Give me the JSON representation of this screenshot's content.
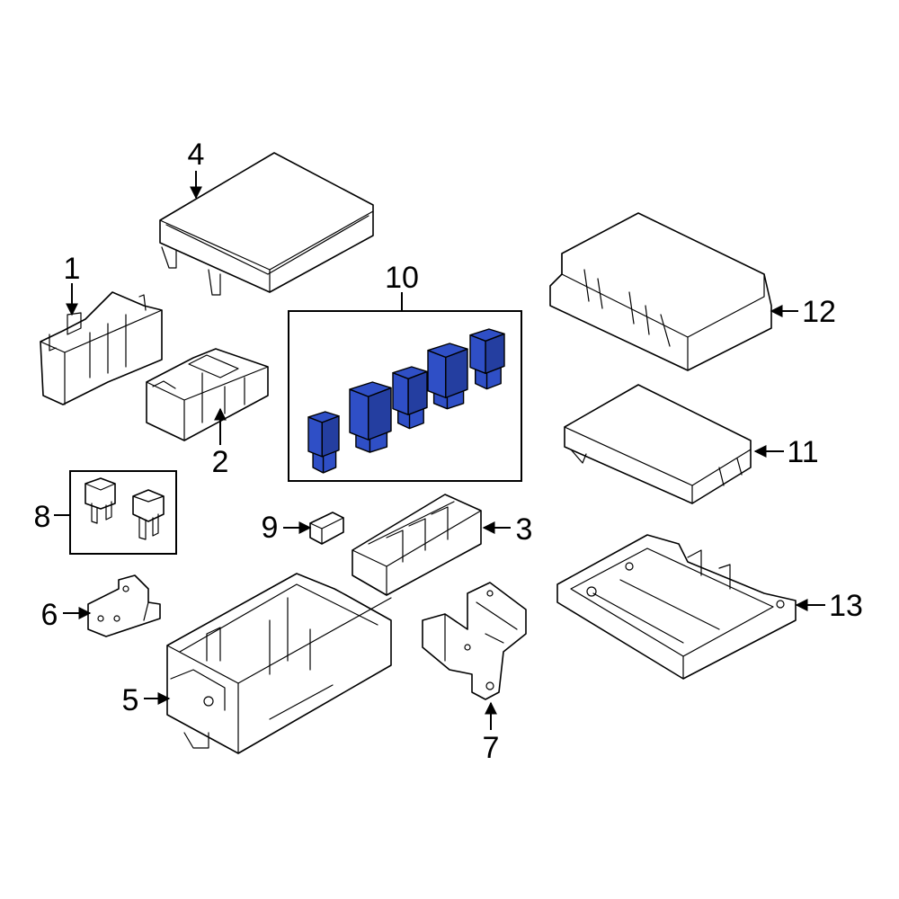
{
  "diagram": {
    "callouts": [
      {
        "id": "1",
        "label": "1"
      },
      {
        "id": "2",
        "label": "2"
      },
      {
        "id": "3",
        "label": "3"
      },
      {
        "id": "4",
        "label": "4"
      },
      {
        "id": "5",
        "label": "5"
      },
      {
        "id": "6",
        "label": "6"
      },
      {
        "id": "7",
        "label": "7"
      },
      {
        "id": "8",
        "label": "8"
      },
      {
        "id": "9",
        "label": "9"
      },
      {
        "id": "10",
        "label": "10"
      },
      {
        "id": "11",
        "label": "11"
      },
      {
        "id": "12",
        "label": "12"
      },
      {
        "id": "13",
        "label": "13"
      }
    ],
    "colors": {
      "highlight_fill": "#2f4fc6",
      "highlight_shade": "#243ea0",
      "line": "#000000",
      "background": "#ffffff"
    }
  }
}
